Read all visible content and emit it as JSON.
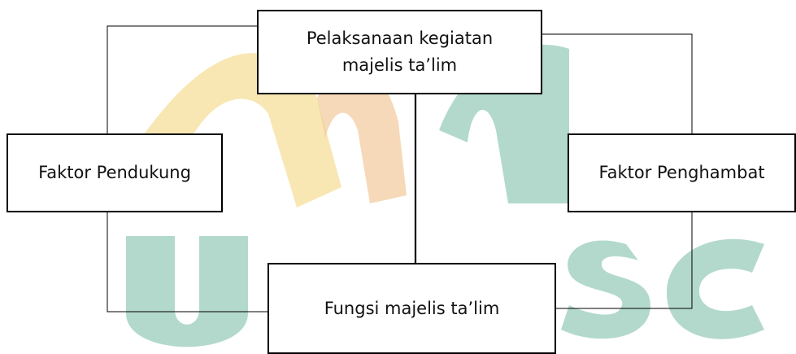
{
  "diagram": {
    "top_box": {
      "label": "Pelaksanaan kegiatan\nmajelis ta’lim"
    },
    "left_box": {
      "label": "Faktor Pendukung"
    },
    "right_box": {
      "label": "Faktor Penghambat"
    },
    "bottom_box": {
      "label": "Fungsi majelis ta’lim"
    }
  },
  "watermark": {
    "colors": {
      "yellow": "#f7e3a6",
      "green": "#a6d2c4",
      "orange": "#f4d0a6"
    }
  }
}
